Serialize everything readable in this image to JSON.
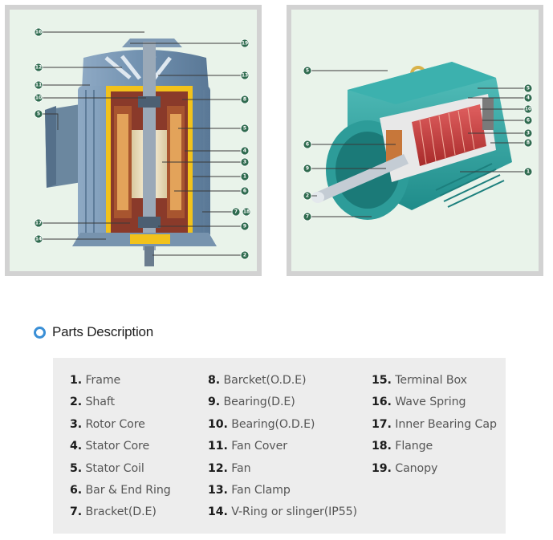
{
  "section": {
    "title": "Parts Description",
    "icon": "circle-bullet-icon",
    "accent_color": "#3a8fd6"
  },
  "parts": [
    {
      "num": "1.",
      "name": "Frame"
    },
    {
      "num": "2.",
      "name": "Shaft"
    },
    {
      "num": "3.",
      "name": "Rotor Core"
    },
    {
      "num": "4.",
      "name": "Stator Core"
    },
    {
      "num": "5.",
      "name": "Stator Coil"
    },
    {
      "num": "6.",
      "name": "Bar & End Ring"
    },
    {
      "num": "7.",
      "name": "Bracket(D.E)"
    },
    {
      "num": "8.",
      "name": "Barcket(O.D.E)"
    },
    {
      "num": "9.",
      "name": "Bearing(D.E)"
    },
    {
      "num": "10.",
      "name": "Bearing(O.D.E)"
    },
    {
      "num": "11.",
      "name": "Fan Cover"
    },
    {
      "num": "12.",
      "name": "Fan"
    },
    {
      "num": "13.",
      "name": "Fan Clamp"
    },
    {
      "num": "14.",
      "name": "V-Ring or slinger(IP55)"
    },
    {
      "num": "15.",
      "name": "Terminal Box"
    },
    {
      "num": "16.",
      "name": "Wave Spring"
    },
    {
      "num": "17.",
      "name": "Inner Bearing Cap"
    },
    {
      "num": "18.",
      "name": "Flange"
    },
    {
      "num": "19.",
      "name": "Canopy"
    }
  ],
  "diagrams": {
    "vertical_motor": {
      "callouts": [
        "16",
        "19",
        "12",
        "13",
        "11",
        "10",
        "8",
        "5",
        "5",
        "4",
        "3",
        "1",
        "6",
        "7",
        "18",
        "17",
        "9",
        "14",
        "2"
      ]
    },
    "horizontal_motor": {
      "callouts": [
        "5",
        "5",
        "4",
        "10",
        "6",
        "3",
        "8",
        "6",
        "9",
        "1",
        "2",
        "7"
      ]
    }
  },
  "colors": {
    "frame_blue": "#6f8fae",
    "stator_yellow": "#f2c21b",
    "rotor_core": "#f4e9c8",
    "horizontal_frame_teal": "#2fa3a1",
    "rotor_red": "#c93a3a",
    "callout_green": "#2f6b4f",
    "panel_bg": "#e9f3ea",
    "parts_box_bg": "#ededed"
  }
}
